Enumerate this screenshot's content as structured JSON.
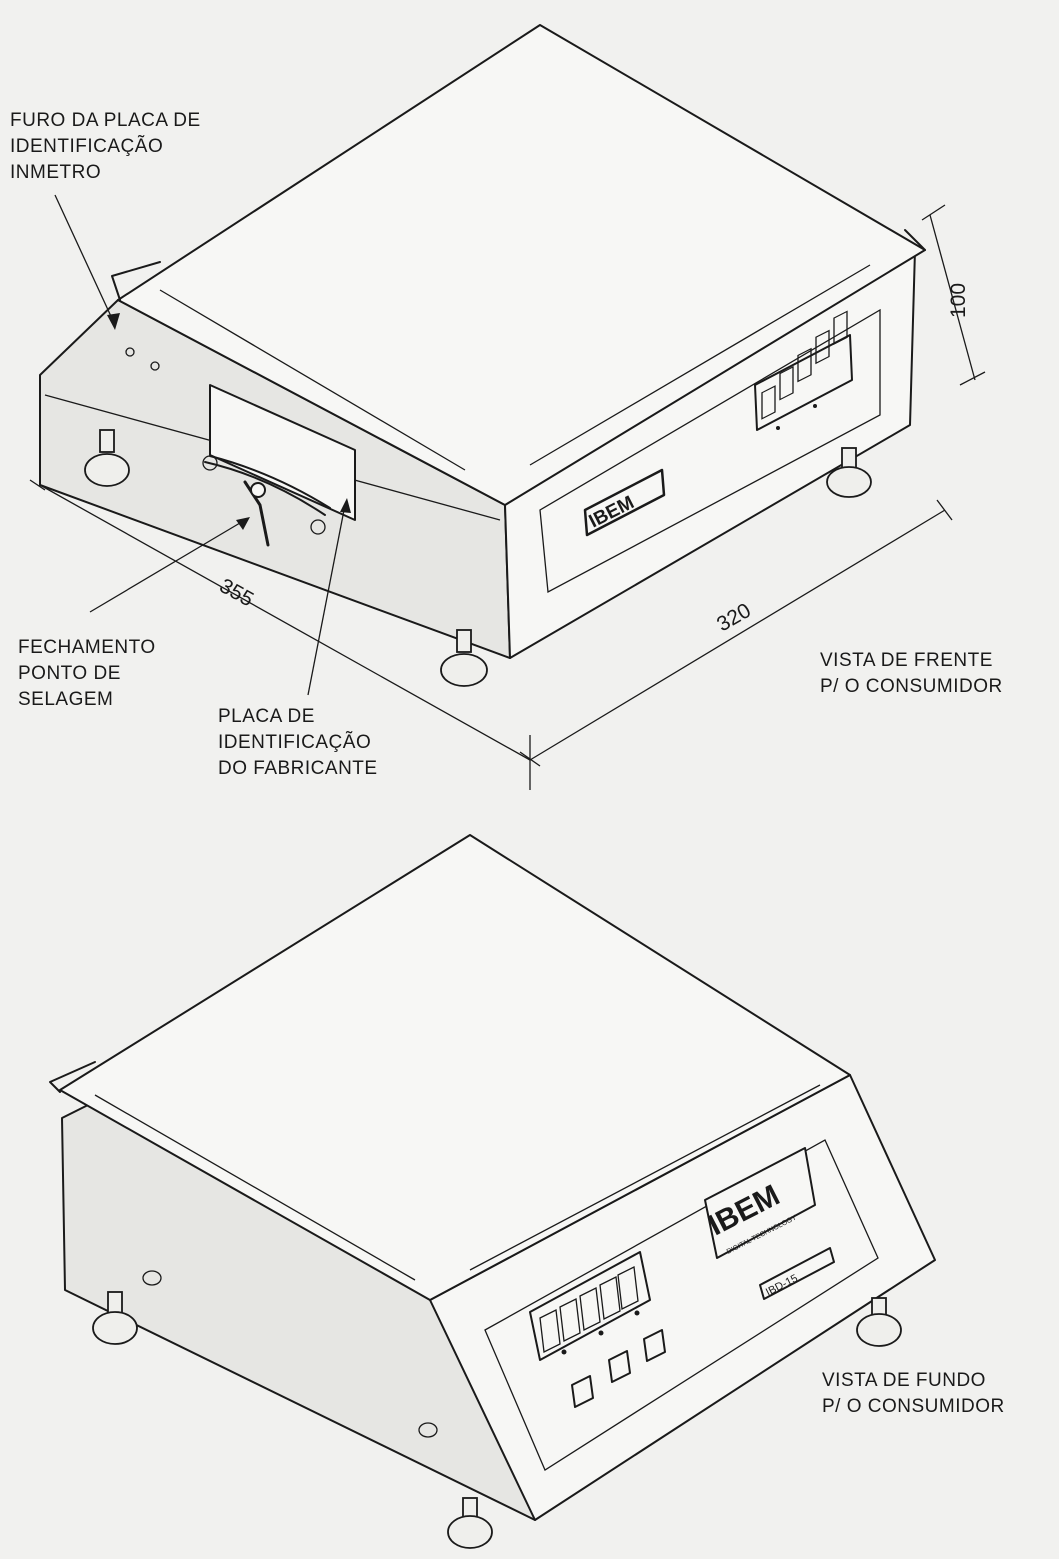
{
  "top_view": {
    "labels": {
      "hole": [
        "FURO DA PLACA DE",
        "IDENTIFICAÇÃO",
        "INMETRO"
      ],
      "seal": [
        "FECHAMENTO",
        "PONTO DE",
        "SELAGEM"
      ],
      "plate": [
        "PLACA DE",
        "IDENTIFICAÇÃO",
        "DO FABRICANTE"
      ],
      "caption": [
        "VISTA DE FRENTE",
        "P/ O CONSUMIDOR"
      ]
    },
    "dimensions": {
      "depth": "355",
      "width": "320",
      "height": "100"
    },
    "brand": "IBEM"
  },
  "bottom_view": {
    "brand": "IBEM",
    "brand_sub": "DIGITAL TECHNOLOGY",
    "model": "IBD-15",
    "caption": [
      "VISTA DE FUNDO",
      "P/ O CONSUMIDOR"
    ]
  }
}
